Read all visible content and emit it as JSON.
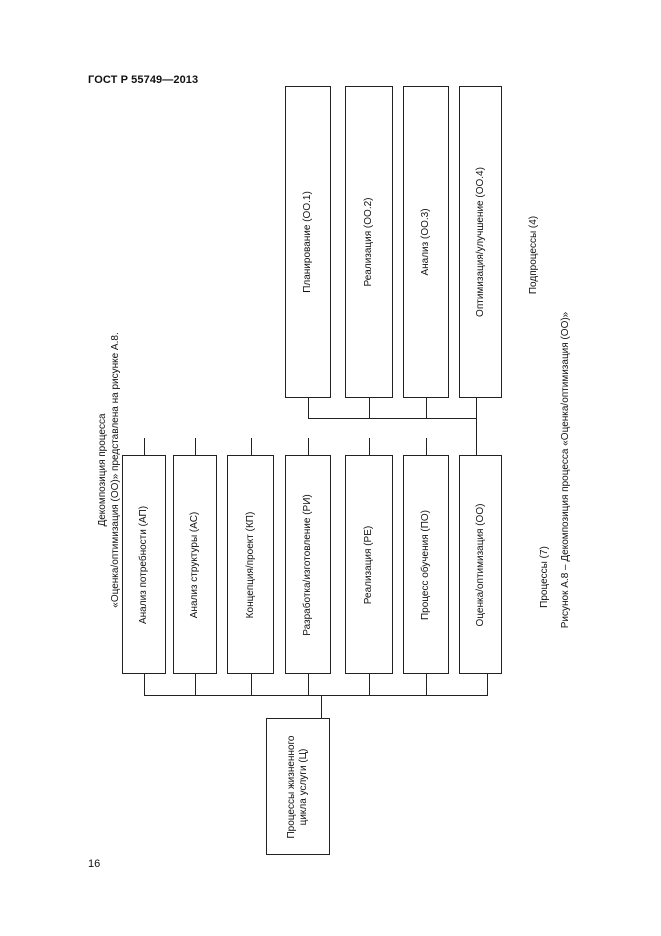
{
  "header": {
    "title": "ГОСТ Р 55749—2013"
  },
  "page_number": "16",
  "intro_text": {
    "line1": "Декомпозиция процесса",
    "line2": "«Оценка/оптимизация (ОО)» представлена на рисунке А.8."
  },
  "root": {
    "line1": "Процессы жизненного",
    "line2": "цикла услуги (Ц)"
  },
  "processes": [
    "Анализ потребности (АП)",
    "Анализ структуры (АС)",
    "Концепция/проект (КП)",
    "Разработка/изготовление (РИ)",
    "Реализация (РЕ)",
    "Процесс обучения (ПО)",
    "Оценка/оптимизация (ОО)"
  ],
  "subprocesses": [
    "Планирование (ОО.1)",
    "Реализация (ОО.2)",
    "Анализ (ОО.3)",
    "Оптимизация/улучшение (ОО.4)"
  ],
  "labels": {
    "processes": "Процессы (7)",
    "subprocesses": "Подпроцессы (4)",
    "caption": "Рисунок А.8 – Декомпозиция процесса «Оценка/оптимизация (ОО)»"
  }
}
